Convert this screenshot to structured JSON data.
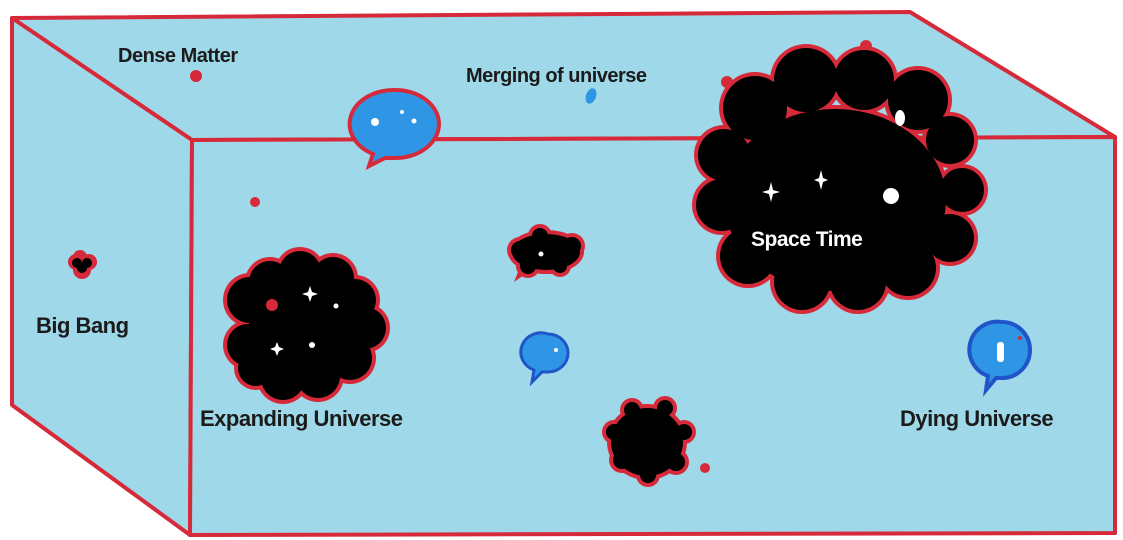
{
  "labels": {
    "dense_matter": "Dense Matter",
    "merging": "Merging of universe",
    "space_time": "Space Time",
    "big_bang": "Big Bang",
    "expanding": "Expanding Universe",
    "dying": "Dying Universe"
  },
  "colors": {
    "box_fill": "#9fd8e8",
    "box_edge": "#d62a3a",
    "cloud_fill": "#000000",
    "cloud_edge": "#d62a3a",
    "bubble_fill": "#2f96e6",
    "bubble_edge": "#1f55c8",
    "label_dark": "#1b1b1b",
    "label_light": "#ffffff"
  },
  "icons": {
    "bubble": "speech-bubble-icon",
    "cloud": "black-cloud-icon",
    "dot": "red-dot-icon",
    "sparkle": "sparkle-icon"
  }
}
